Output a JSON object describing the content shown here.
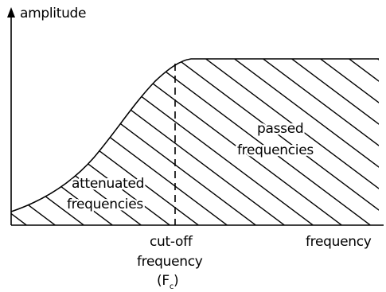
{
  "labels": {
    "y_axis": "amplitude",
    "x_axis": "frequency",
    "passed_line1": "passed",
    "passed_line2": "frequencies",
    "attenuated_line1": "attenuated",
    "attenuated_line2": "frequencies",
    "cutoff_line1": "cut-off",
    "cutoff_line2": "frequency",
    "cutoff_symbol_open": "(F",
    "cutoff_symbol_sub": "c",
    "cutoff_symbol_close": ")"
  },
  "colors": {
    "ink": "#000000",
    "background": "#ffffff"
  }
}
